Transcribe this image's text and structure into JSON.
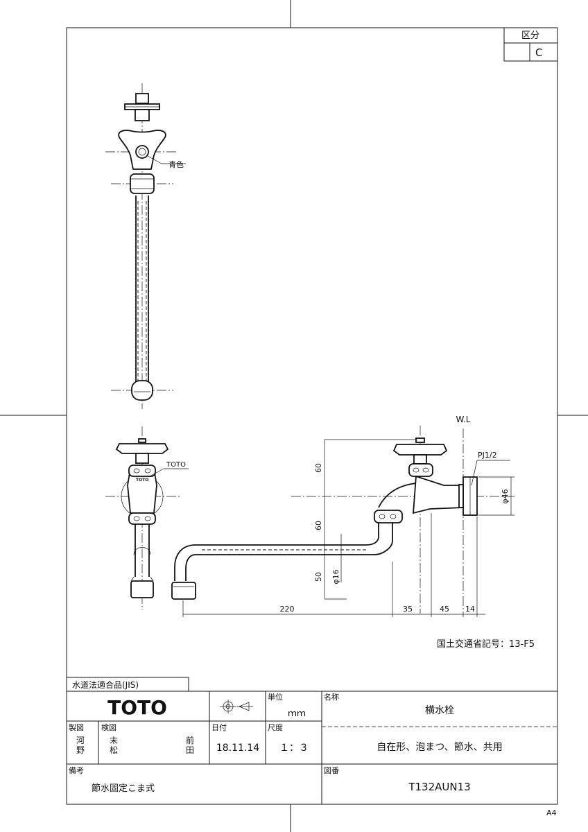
{
  "sheet": {
    "category_label": "区分",
    "category_value": "C",
    "paper_size": "A4"
  },
  "annotations": {
    "color_note": "青色",
    "brand_mark": "TOTO",
    "water_line": "W.L",
    "thread": "PJ1/2",
    "dia_46": "φ46",
    "dia_16": "φ16",
    "dim_60_upper": "60",
    "dim_60_lower": "60",
    "dim_50": "50",
    "dim_220": "220",
    "dim_35": "35",
    "dim_45": "45",
    "dim_14": "14",
    "approval_code": "国土交通省記号：13-F5"
  },
  "title_block": {
    "jis_label": "水道法適合品(JIS)",
    "logo": "TOTO",
    "unit_label": "単位",
    "unit_value": "ｍｍ",
    "name_label": "名称",
    "name_value": "横水栓",
    "spec_value": "自在形、泡まつ、節水、共用",
    "made_label": "製図",
    "made_by": "河野",
    "checked_label": "検図",
    "checked_by_1": "末松",
    "checked_by_2": "前田",
    "date_label": "日付",
    "date_value": "18.11.14",
    "scale_label": "尺度",
    "scale_value": "１：３",
    "remarks_label": "備考",
    "remarks_value": "節水固定こま式",
    "drawing_no_label": "図番",
    "drawing_no_value": "T132AUN13"
  }
}
